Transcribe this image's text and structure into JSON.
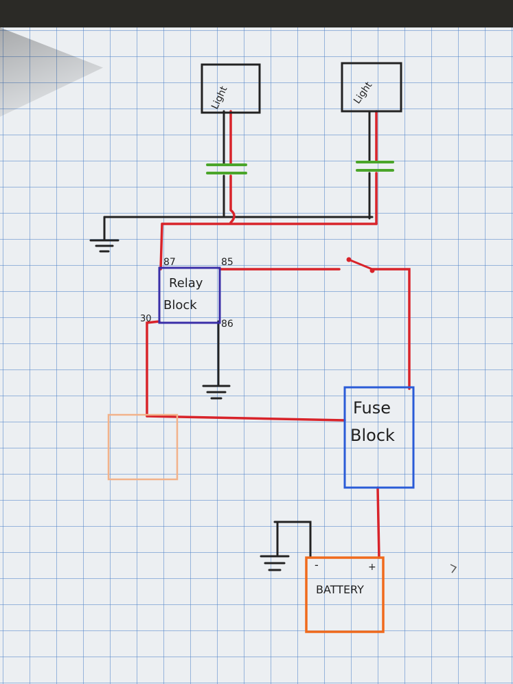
{
  "components": {
    "light_left": {
      "label": "Light"
    },
    "light_right": {
      "label": "Light"
    },
    "relay": {
      "line1": "Relay",
      "line2": "Block"
    },
    "fuse": {
      "line1": "Fuse",
      "line2": "Block"
    },
    "battery": {
      "label": "BATTERY",
      "neg": "-",
      "pos": "+"
    }
  },
  "pins": {
    "p87": "87",
    "p85": "85",
    "p30": "30",
    "p86": "86"
  },
  "colors": {
    "wire_power": "#d8232a",
    "wire_ground": "#222222",
    "capacitor": "#4aa52a",
    "relay_box": "#3a2ea8",
    "fuse_box": "#2a5bd7",
    "battery_box": "#f06a1c",
    "empty_box": "#f2b28a"
  }
}
